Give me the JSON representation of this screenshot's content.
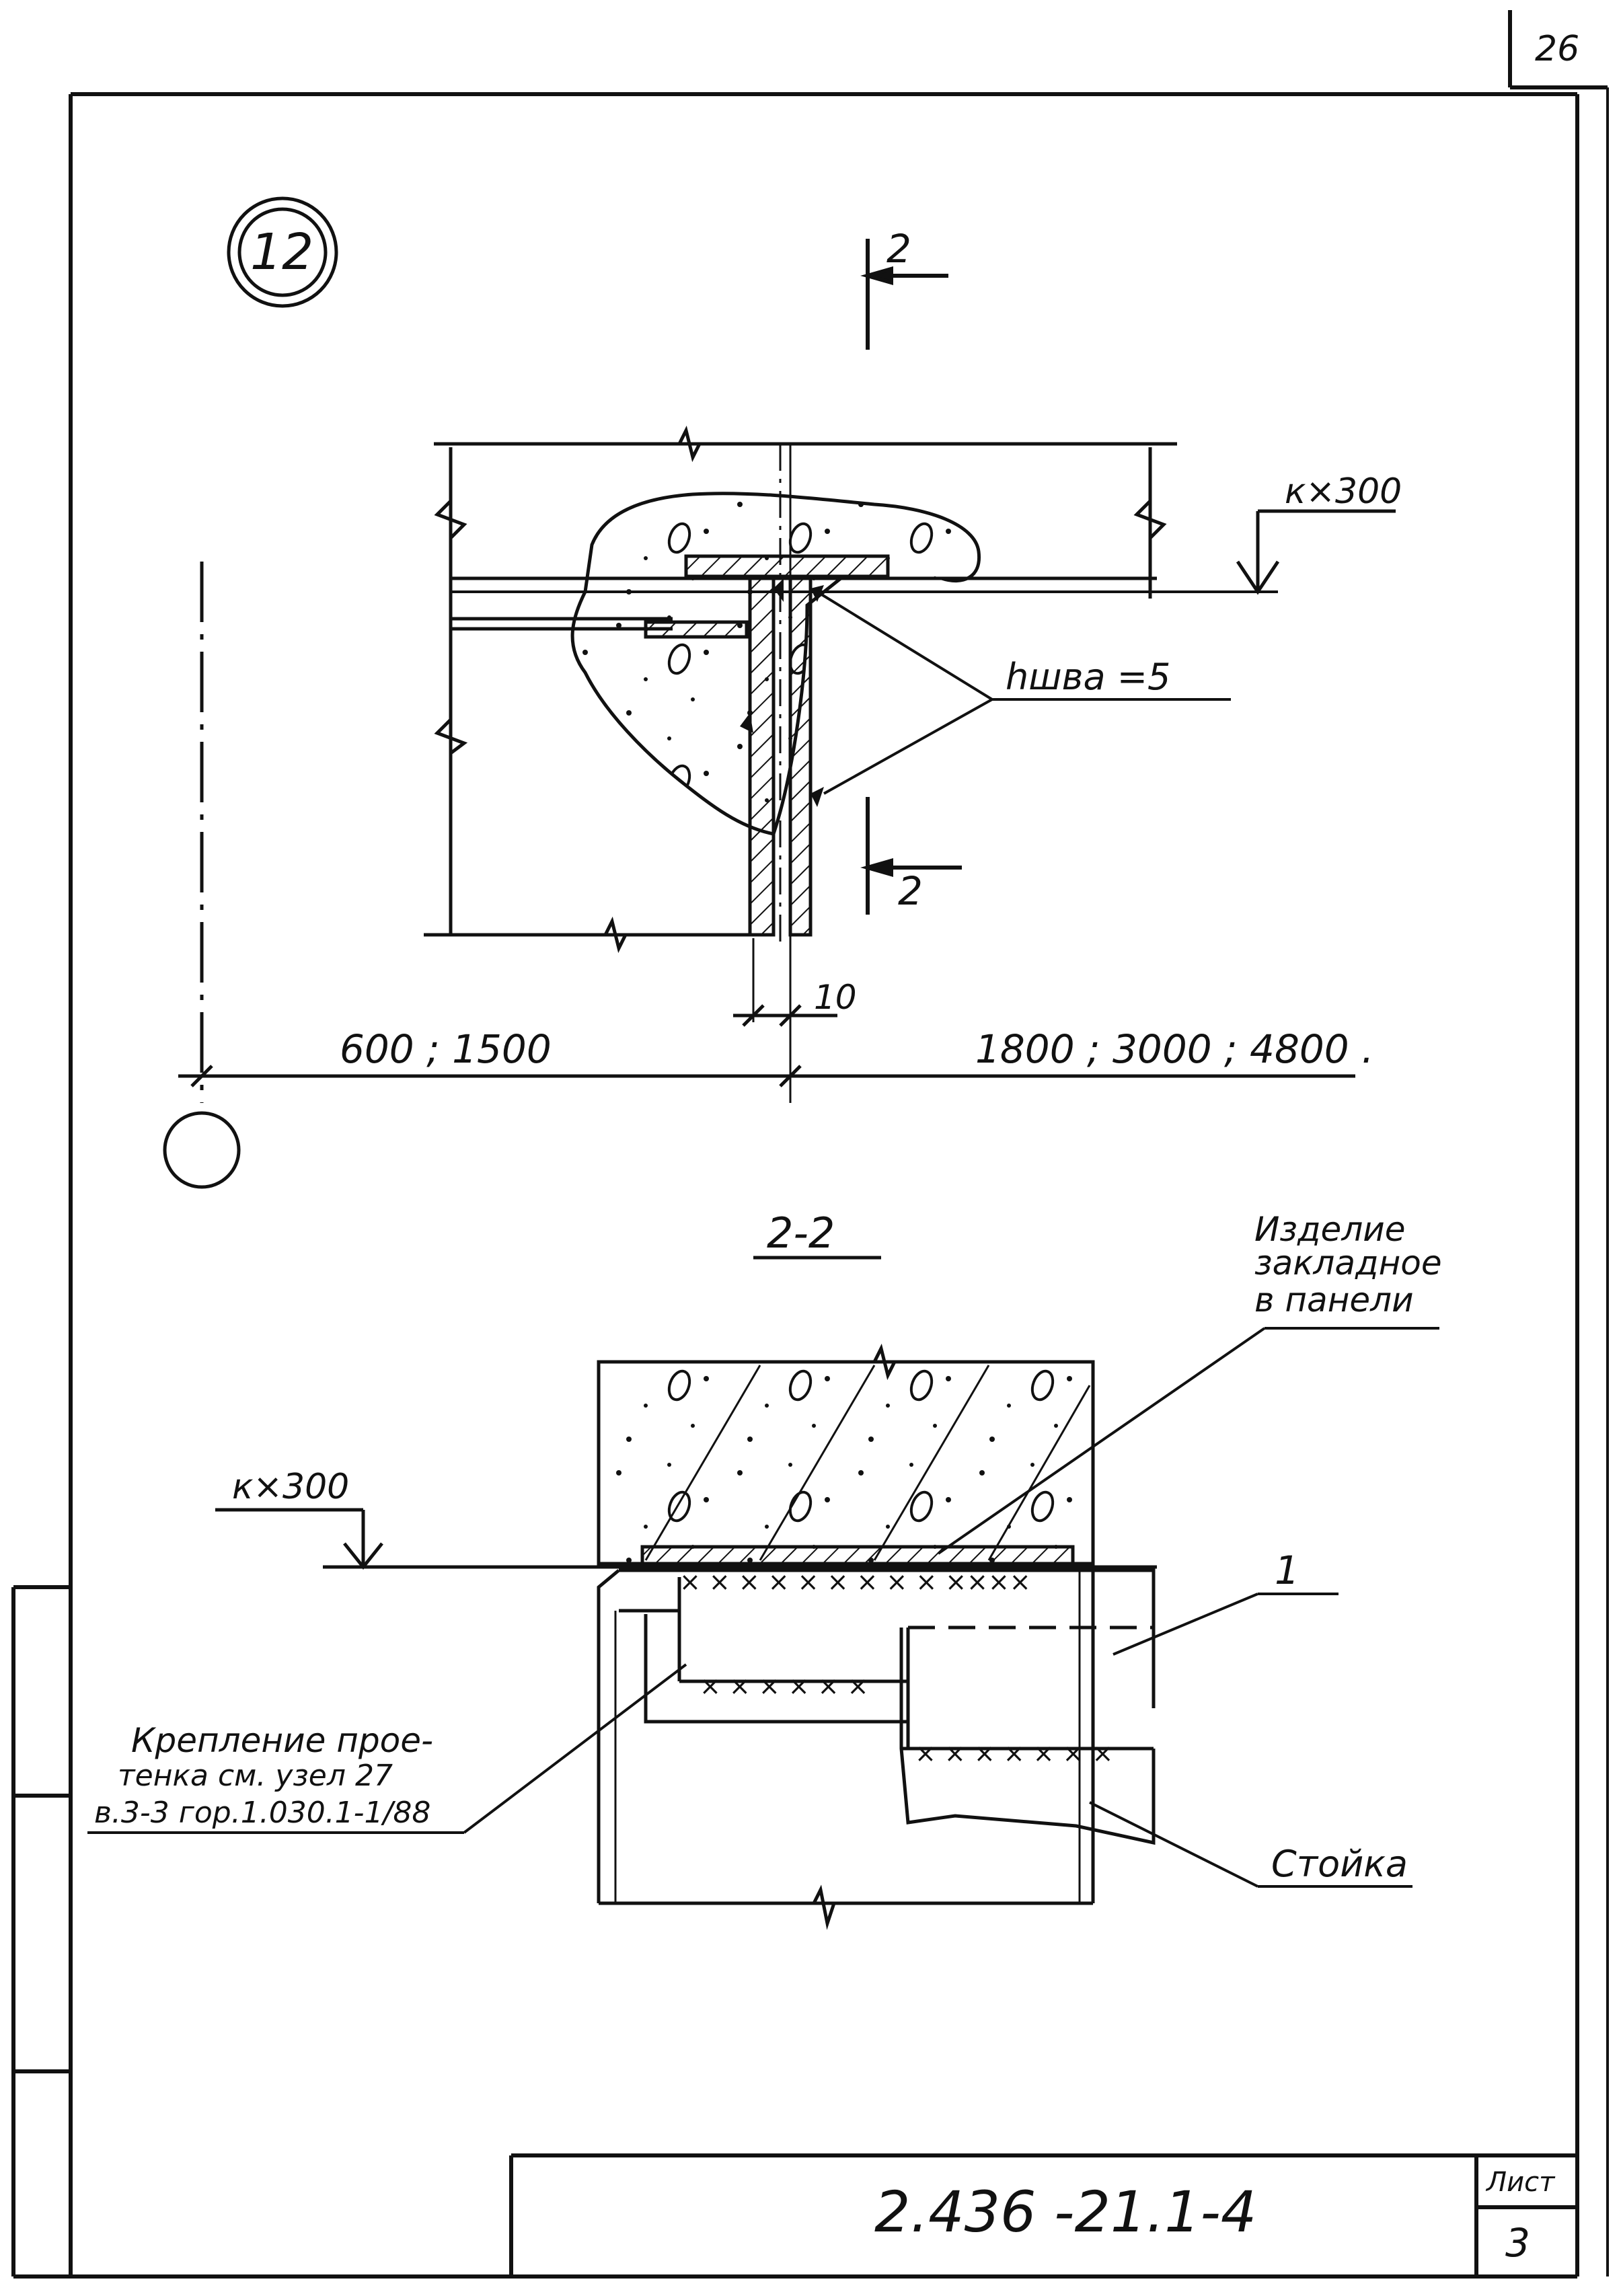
{
  "page_number": "26",
  "node_number": "12",
  "section_mark": "2",
  "dims": {
    "k_top": "к×300",
    "weld": "hшва =5",
    "gap": "10",
    "left": "600 ;  1500",
    "right": "1800 ; 3000 ; 4800 ."
  },
  "section_title": "2-2",
  "labels": {
    "k_section": "к×300",
    "embedded_1": "Изделие",
    "embedded_2": "закладное",
    "embedded_3": "в панели",
    "pos_1": "1",
    "fix_1": "Крепление прое-",
    "fix_2": "тенка   см. узел 27",
    "fix_3": "в.3-3 гор.1.030.1-1/88",
    "stoyka": "Стойка"
  },
  "title_block": {
    "doc_code": "2.436 -21.1-4",
    "sheet_label": "Лист",
    "sheet_number": "3"
  }
}
